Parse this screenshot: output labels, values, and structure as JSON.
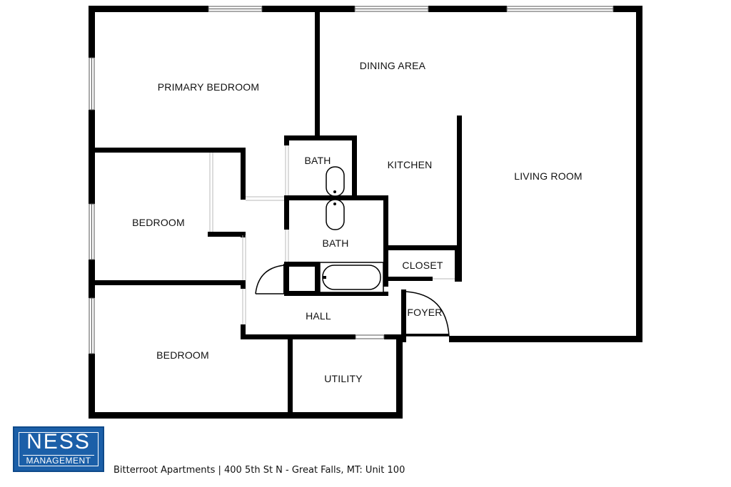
{
  "rooms": {
    "primary_bedroom": "PRIMARY BEDROOM",
    "dining_area": "DINING AREA",
    "bath_1": "BATH",
    "kitchen": "KITCHEN",
    "living_room": "LIVING ROOM",
    "bedroom_1": "BEDROOM",
    "bath_2": "BATH",
    "closet": "CLOSET",
    "hall": "HALL",
    "foyer": "FOYER",
    "bedroom_2": "BEDROOM",
    "utility": "UTILITY"
  },
  "logo": {
    "name": "NESS",
    "sub": "MANAGEMENT",
    "color": "#1b5fa8"
  },
  "caption": "Bitterroot Apartments | 400 5th St N - Great Falls, MT: Unit 100"
}
